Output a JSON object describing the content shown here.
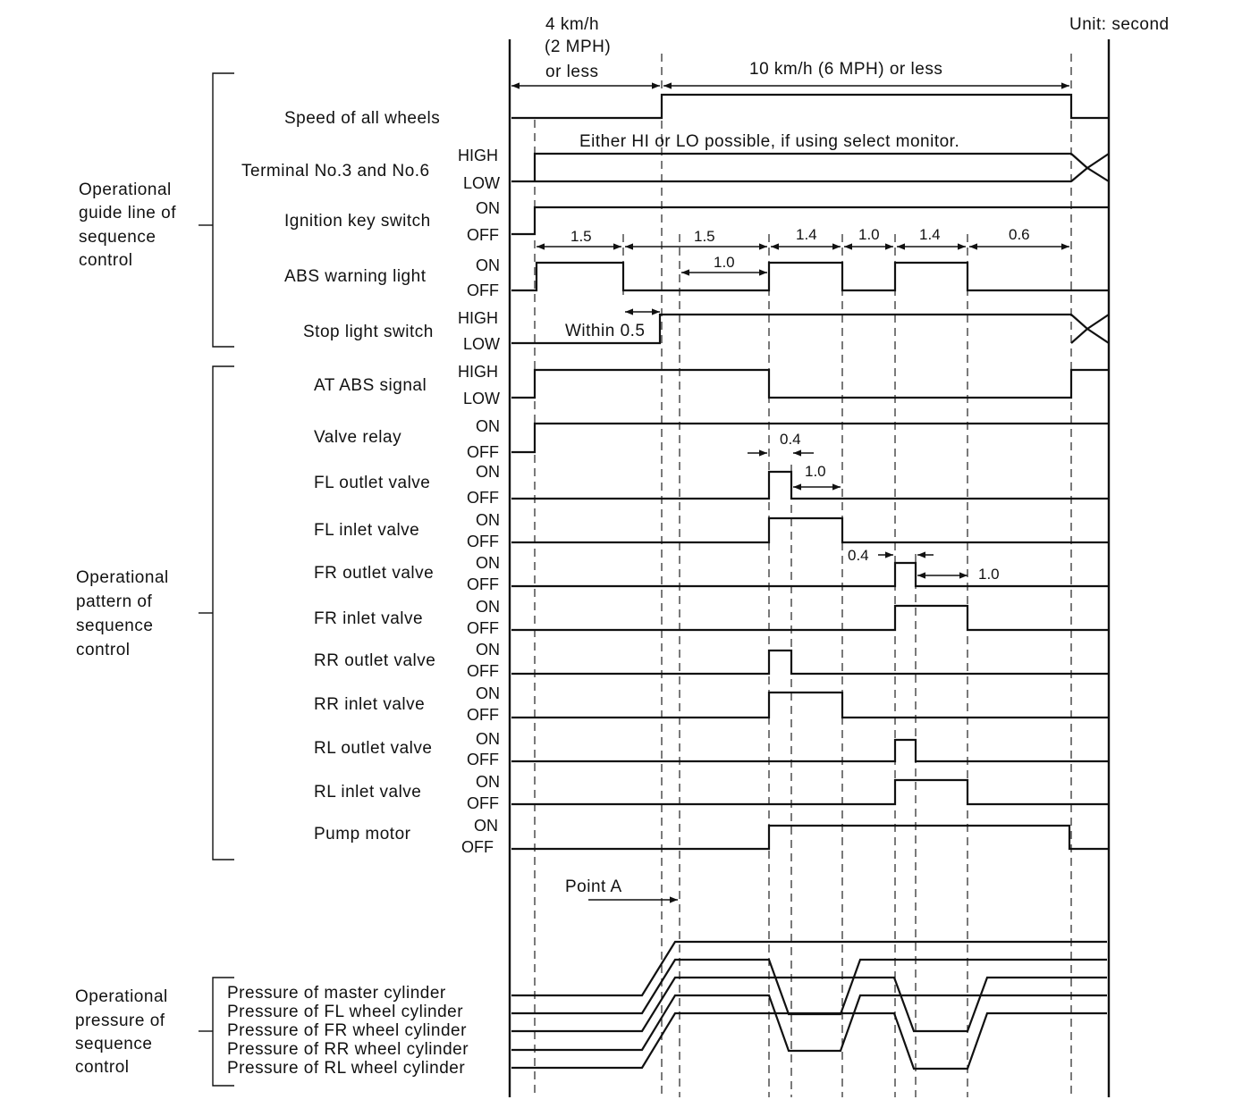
{
  "unit_label": "Unit: second",
  "header": {
    "low_speed": [
      "4 km/h",
      "(2 MPH)",
      "or less"
    ],
    "high_speed": "10 km/h (6 MPH) or less"
  },
  "groups": [
    [
      "Operational",
      "guide line of",
      "sequence",
      "control"
    ],
    [
      "Operational",
      "pattern of",
      "sequence",
      "control"
    ],
    [
      "Operational",
      "pressure of",
      "sequence",
      "control"
    ]
  ],
  "signals": [
    {
      "label": "Speed of all wheels",
      "high": "",
      "low": ""
    },
    {
      "label": "Terminal No.3 and No.6",
      "high": "HIGH",
      "low": "LOW"
    },
    {
      "label": "Ignition key switch",
      "high": "ON",
      "low": "OFF"
    },
    {
      "label": "ABS warning light",
      "high": "ON",
      "low": "OFF"
    },
    {
      "label": "Stop light switch",
      "high": "HIGH",
      "low": "LOW"
    },
    {
      "label": "AT ABS signal",
      "high": "HIGH",
      "low": "LOW"
    },
    {
      "label": "Valve relay",
      "high": "ON",
      "low": "OFF"
    },
    {
      "label": "FL outlet valve",
      "high": "ON",
      "low": "OFF"
    },
    {
      "label": "FL inlet valve",
      "high": "ON",
      "low": "OFF"
    },
    {
      "label": "FR outlet valve",
      "high": "ON",
      "low": "OFF"
    },
    {
      "label": "FR inlet valve",
      "high": "ON",
      "low": "OFF"
    },
    {
      "label": "RR outlet valve",
      "high": "ON",
      "low": "OFF"
    },
    {
      "label": "RR inlet valve",
      "high": "ON",
      "low": "OFF"
    },
    {
      "label": "RL outlet valve",
      "high": "ON",
      "low": "OFF"
    },
    {
      "label": "RL inlet valve",
      "high": "ON",
      "low": "OFF"
    },
    {
      "label": "Pump motor",
      "high": "ON",
      "low": "OFF"
    }
  ],
  "note_terminal": "Either HI or LO possible, if using select monitor.",
  "timing": {
    "seg_1": "1.5",
    "seg_2": "1.5",
    "seg_3": "1.4",
    "seg_4": "1.0",
    "seg_5": "1.4",
    "seg_6": "0.6",
    "warn_delay": "1.0",
    "stop_within": "Within 0.5",
    "fl_outlet_on": "0.4",
    "fl_outlet_after": "1.0",
    "fr_outlet_on": "0.4",
    "fr_outlet_after": "1.0"
  },
  "point_a": "Point A",
  "pressures": [
    "Pressure of master cylinder",
    "Pressure of FL wheel cylinder",
    "Pressure of FR wheel cylinder",
    "Pressure of RR wheel cylinder",
    "Pressure of RL wheel cylinder"
  ]
}
